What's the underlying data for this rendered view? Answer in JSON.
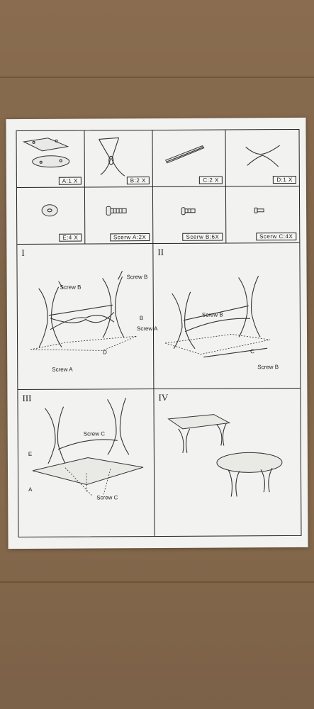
{
  "parts": [
    {
      "label": "A:1  X"
    },
    {
      "label": "B:2  X"
    },
    {
      "label": "C:2  X"
    },
    {
      "label": "D:1  X"
    },
    {
      "label": "E:4  X"
    },
    {
      "label": "Scerw A:2X"
    },
    {
      "label": "Scerw B:6X"
    },
    {
      "label": "Scerw C:4X"
    }
  ],
  "steps": [
    {
      "numeral": "I",
      "callouts": {
        "screw_b_left": "Screw B",
        "screw_b_right": "Screw B",
        "b": "B",
        "screw_a_right": "Screw A",
        "d": "D",
        "screw_a_bottom": "Screw A"
      }
    },
    {
      "numeral": "II",
      "callouts": {
        "screw_b": "Screw B",
        "c": "C",
        "screw_b_bottom": "Screw B"
      }
    },
    {
      "numeral": "III",
      "callouts": {
        "screw_c_top": "Screw C",
        "e": "E",
        "a": "A",
        "screw_c_bottom": "Screw C"
      }
    },
    {
      "numeral": "IV"
    }
  ]
}
